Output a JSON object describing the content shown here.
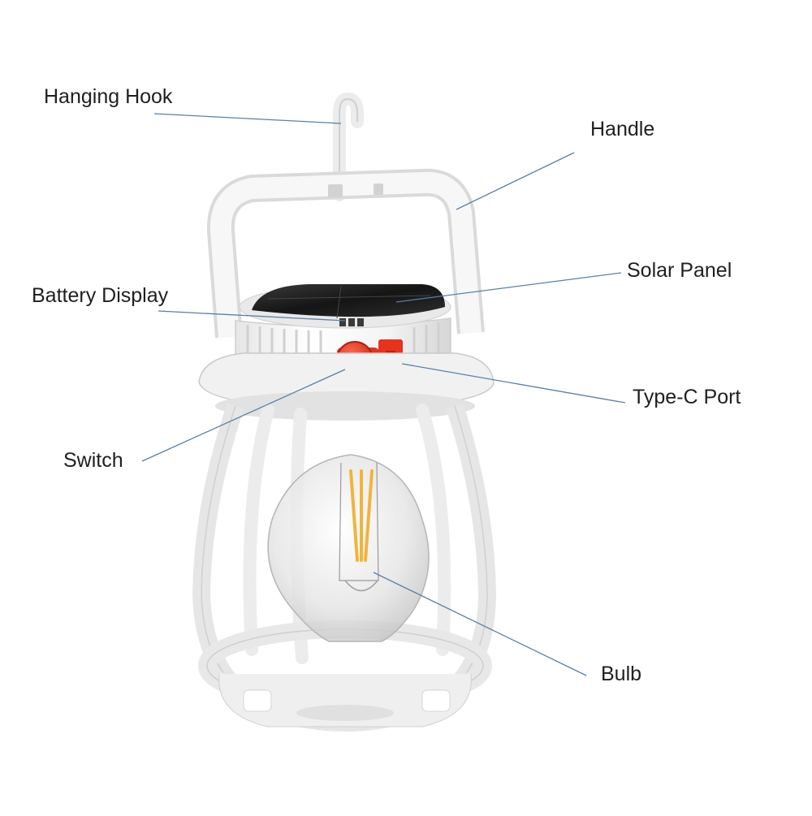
{
  "labels": {
    "hanging_hook": "Hanging Hook",
    "handle": "Handle",
    "solar_panel": "Solar Panel",
    "battery_display": "Battery Display",
    "type_c_port": "Type-C Port",
    "switch": "Switch",
    "bulb": "Bulb"
  },
  "colors": {
    "background": "#ffffff",
    "lantern_body": "#f2f2f2",
    "lantern_shade": "#d9d9d9",
    "solar_panel": "#1c1c1c",
    "switch_button": "#e8321e",
    "filament": "#f0b43c",
    "leader_line": "#5b7fa6",
    "label_text": "#1f1f1f"
  }
}
